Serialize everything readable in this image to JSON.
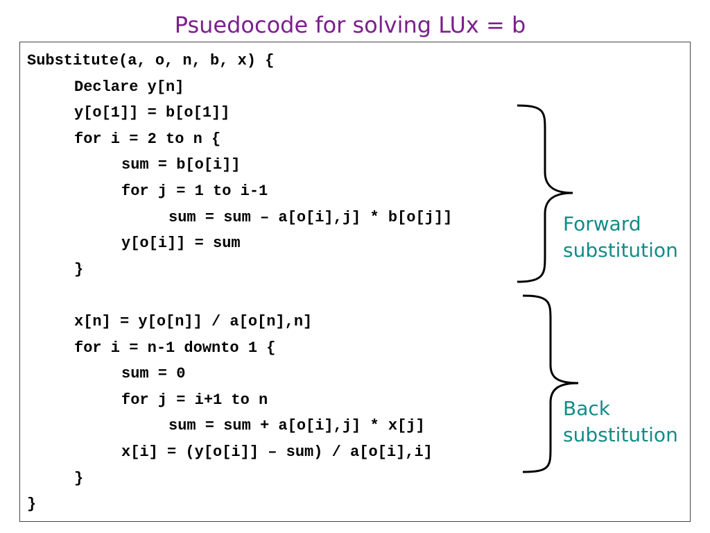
{
  "slide": {
    "title": "Psuedocode for solving LUx = b"
  },
  "code": {
    "lines": [
      {
        "indent": 0,
        "text": "Substitute(a, o, n, b, x) {"
      },
      {
        "indent": 1,
        "text": "Declare y[n]"
      },
      {
        "indent": 1,
        "text": "y[o[1]] = b[o[1]]"
      },
      {
        "indent": 1,
        "text": "for i = 2 to n {"
      },
      {
        "indent": 2,
        "text": "sum = b[o[i]]"
      },
      {
        "indent": 2,
        "text": "for j = 1 to i-1"
      },
      {
        "indent": 3,
        "text": "sum = sum – a[o[i],j] * b[o[j]]"
      },
      {
        "indent": 2,
        "text": "y[o[i]] = sum"
      },
      {
        "indent": 1,
        "text": "}"
      },
      {
        "indent": 0,
        "text": ""
      },
      {
        "indent": 1,
        "text": "x[n] = y[o[n]] / a[o[n],n]"
      },
      {
        "indent": 1,
        "text": "for i = n-1 downto 1 {"
      },
      {
        "indent": 2,
        "text": "sum = 0"
      },
      {
        "indent": 2,
        "text": "for j = i+1 to n"
      },
      {
        "indent": 3,
        "text": "sum = sum + a[o[i],j] * x[j]"
      },
      {
        "indent": 2,
        "text": "x[i] = (y[o[i]] – sum) / a[o[i],i]"
      },
      {
        "indent": 1,
        "text": "}"
      },
      {
        "indent": 0,
        "text": "}"
      }
    ]
  },
  "annotations": {
    "forward": {
      "line1": "Forward",
      "line2": "substitution"
    },
    "back": {
      "line1": "Back",
      "line2": "substitution"
    }
  },
  "colors": {
    "title": "#7b1f8c",
    "annotation": "#118c87",
    "code": "#000000",
    "border": "#444444"
  }
}
